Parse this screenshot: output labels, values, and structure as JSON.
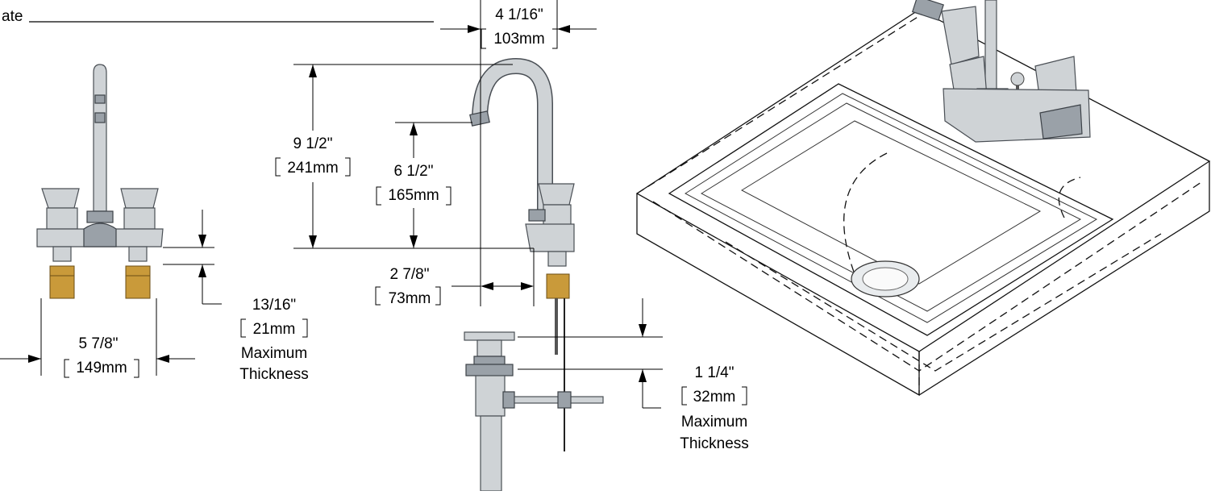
{
  "date_label": "ate",
  "dimensions": {
    "spout_reach_in": "4 1/16\"",
    "spout_reach_mm": "103mm",
    "spout_height_in": "9 1/2\"",
    "spout_height_mm": "241mm",
    "outlet_height_in": "6 1/2\"",
    "outlet_height_mm": "165mm",
    "centers_in": "5 7/8\"",
    "centers_mm": "149mm",
    "deck_thickness_in": "13/16\"",
    "deck_thickness_mm": "21mm",
    "deck_thickness_note_1": "Maximum",
    "deck_thickness_note_2": "Thickness",
    "setback_in": "2 7/8\"",
    "setback_mm": "73mm",
    "drain_thickness_in": "1 1/4\"",
    "drain_thickness_mm": "32mm",
    "drain_thickness_note_1": "Maximum",
    "drain_thickness_note_2": "Thickness"
  }
}
